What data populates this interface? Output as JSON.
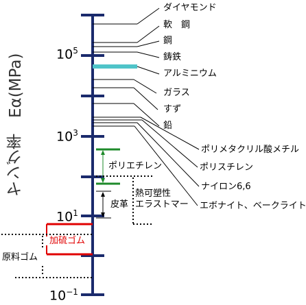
{
  "y_axis_label": "ヤング率　Eα(MPa)",
  "ticks": [
    {
      "base": "10",
      "exp": "5"
    },
    {
      "base": "10",
      "exp": "3"
    },
    {
      "base": "10",
      "exp": "1"
    },
    {
      "base": "10",
      "exp": "−1"
    }
  ],
  "materials_high": [
    "ダイヤモンド",
    "軟　鋼",
    "鋼",
    "鋳鉄",
    "アルミニウム",
    "ガラス",
    "すず",
    "鉛"
  ],
  "materials_polymer": [
    "ポリメタクリル酸メチル",
    "ポリスチレン",
    "ナイロン6,6",
    "エボナイト、ベークライト"
  ],
  "range_labels": {
    "polyethylene": "ポリエチレン",
    "thermoplastic_elastomer_1": "熱可塑性",
    "thermoplastic_elastomer_2": "エラストマー",
    "leather": "皮革",
    "vulcanized_rubber": "加硫ゴム",
    "raw_rubber": "原料ゴム"
  },
  "colors": {
    "axis": "#1a2a6c",
    "aluminum": "#4fc4c9",
    "green": "#1e8a2a",
    "red": "#e00000"
  }
}
